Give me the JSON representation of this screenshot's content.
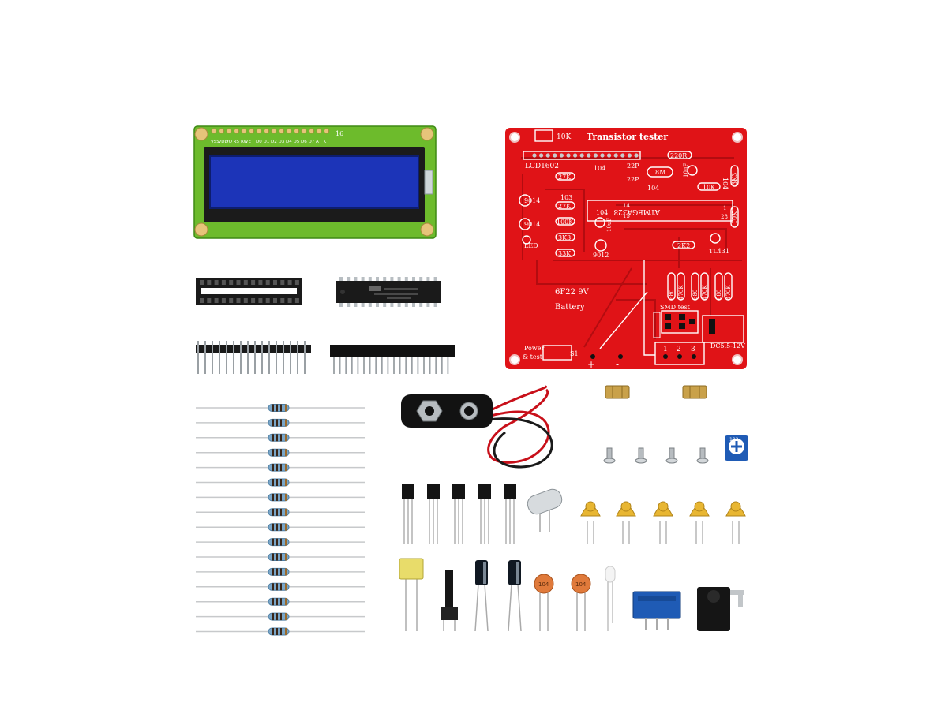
{
  "lcd": {
    "pin_labels": [
      "VSS",
      "VDD",
      "VO",
      "RS",
      "RW",
      "E",
      "D0",
      "D1",
      "D2",
      "D3",
      "D4",
      "D5",
      "D6",
      "D7",
      "A",
      "K"
    ],
    "pin_count_label": "16"
  },
  "pcb": {
    "title": "Transistor tester",
    "labels": {
      "r_10k_top": "10K",
      "lcd": "LCD1602",
      "r_220r": "220R",
      "r_27k_1": "27K",
      "c_104_1": "104",
      "c_22p_1": "22P",
      "c_22p_2": "22P",
      "crystal_8m": "8M",
      "r_3k3_right": "3K3",
      "c_104_2": "104",
      "r_10k_2": "10K",
      "c_104_3": "104",
      "c_10uf_1": "10uF",
      "t_9014_1": "9014",
      "c_103": "103",
      "r_27k_2": "27K",
      "c_104_4": "104",
      "chip": "ATMEGA328",
      "pin_14": "14",
      "pin_15": "15",
      "pin_1": "1",
      "pin_28": "28",
      "r_10k_3": "10K",
      "t_9014_2": "9014",
      "r_100k": "100K",
      "c_10uf_2": "10uF",
      "led": "LED",
      "r_3k3": "3K3",
      "r_2k2": "2K2",
      "tl431": "TL431",
      "r_33k": "33K",
      "t_9012": "9012",
      "battery_1": "6F22 9V",
      "battery_2": "Battery",
      "r_680_1": "680",
      "r_470k_1": "470K",
      "r_680_2": "680",
      "r_470k_2": "470K",
      "r_680_3": "680",
      "r_470k_3": "470K",
      "smd": "SMD test",
      "dc": "DC5.5-12V",
      "power_1": "Power",
      "power_2": "& test",
      "s1": "S1",
      "plus": "+",
      "minus": "-",
      "pad_1": "1",
      "pad_2": "2",
      "pad_3": "3"
    }
  },
  "parts": {
    "ceramic_cap_label": "104",
    "trimmer_label": "103"
  },
  "colors": {
    "pcb_red": "#e01317",
    "lcd_green": "#6dbb2c",
    "lcd_blue": "#1c34b8",
    "resistor_blue": "#7aa6c8",
    "trimmer_blue": "#1f5bb5"
  }
}
